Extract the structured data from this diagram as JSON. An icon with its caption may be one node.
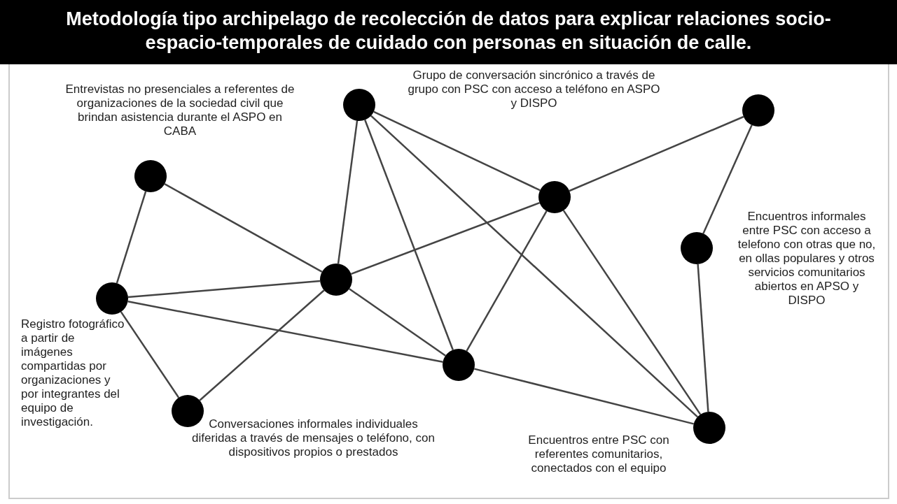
{
  "diagram": {
    "title": "Metodología tipo archipelago de recolección de datos para explicar relaciones socio-espacio-temporales de cuidado con personas en situación de calle.",
    "nodes": [
      {
        "text": [],
        "shape": "circle",
        "beside": [
          "Grupo de conversación sincrónico a través de grupo con PSC con acceso a teléfono en ASPO y DISPO"
        ]
      },
      {
        "text": [],
        "shape": "circle"
      },
      {
        "text": [],
        "shape": "circle",
        "beside": [
          "Entrevistas no presenciales a referentes de organizaciones de la sociedad civil que brindan asistencia durante el ASPO en CABA"
        ]
      },
      {
        "text": [],
        "shape": "circle"
      },
      {
        "text": [],
        "shape": "circle",
        "beside": [
          "Encuentros informales entre PSC con acceso a telefono con otras que no, en ollas populares y otros servicios comunitarios abiertos en APSO y DISPO"
        ]
      },
      {
        "text": [],
        "shape": "circle"
      },
      {
        "text": [],
        "shape": "circle",
        "beside": [
          "Registro fotográfico  a partir de imágenes compartidas por organizaciones y por integrantes del equipo de investigación."
        ]
      },
      {
        "text": [],
        "shape": "circle"
      },
      {
        "text": [],
        "shape": "circle",
        "beside": [
          "Conversaciones informales individuales diferidas a través de mensajes o teléfono, con dispositivos propios o prestados"
        ]
      },
      {
        "text": [],
        "shape": "circle",
        "beside": [
          "Encuentros entre PSC con referentes comunitarios, conectados con el equipo"
        ]
      }
    ],
    "edges": [
      {
        "from": 2,
        "to": 6,
        "arrow": "none"
      },
      {
        "from": 2,
        "to": 5,
        "arrow": "none"
      },
      {
        "from": 0,
        "to": 5,
        "arrow": "none"
      },
      {
        "from": 0,
        "to": 3,
        "arrow": "none"
      },
      {
        "from": 0,
        "to": 7,
        "arrow": "none"
      },
      {
        "from": 0,
        "to": 9,
        "arrow": "none"
      },
      {
        "from": 1,
        "to": 3,
        "arrow": "none"
      },
      {
        "from": 1,
        "to": 4,
        "arrow": "none"
      },
      {
        "from": 3,
        "to": 5,
        "arrow": "none"
      },
      {
        "from": 3,
        "to": 7,
        "arrow": "none"
      },
      {
        "from": 3,
        "to": 9,
        "arrow": "none"
      },
      {
        "from": 4,
        "to": 9,
        "arrow": "none"
      },
      {
        "from": 5,
        "to": 6,
        "arrow": "none"
      },
      {
        "from": 5,
        "to": 8,
        "arrow": "none"
      },
      {
        "from": 5,
        "to": 7,
        "arrow": "none"
      },
      {
        "from": 6,
        "to": 8,
        "arrow": "none"
      },
      {
        "from": 6,
        "to": 7,
        "arrow": "none"
      },
      {
        "from": 7,
        "to": 9,
        "arrow": "none"
      }
    ]
  }
}
